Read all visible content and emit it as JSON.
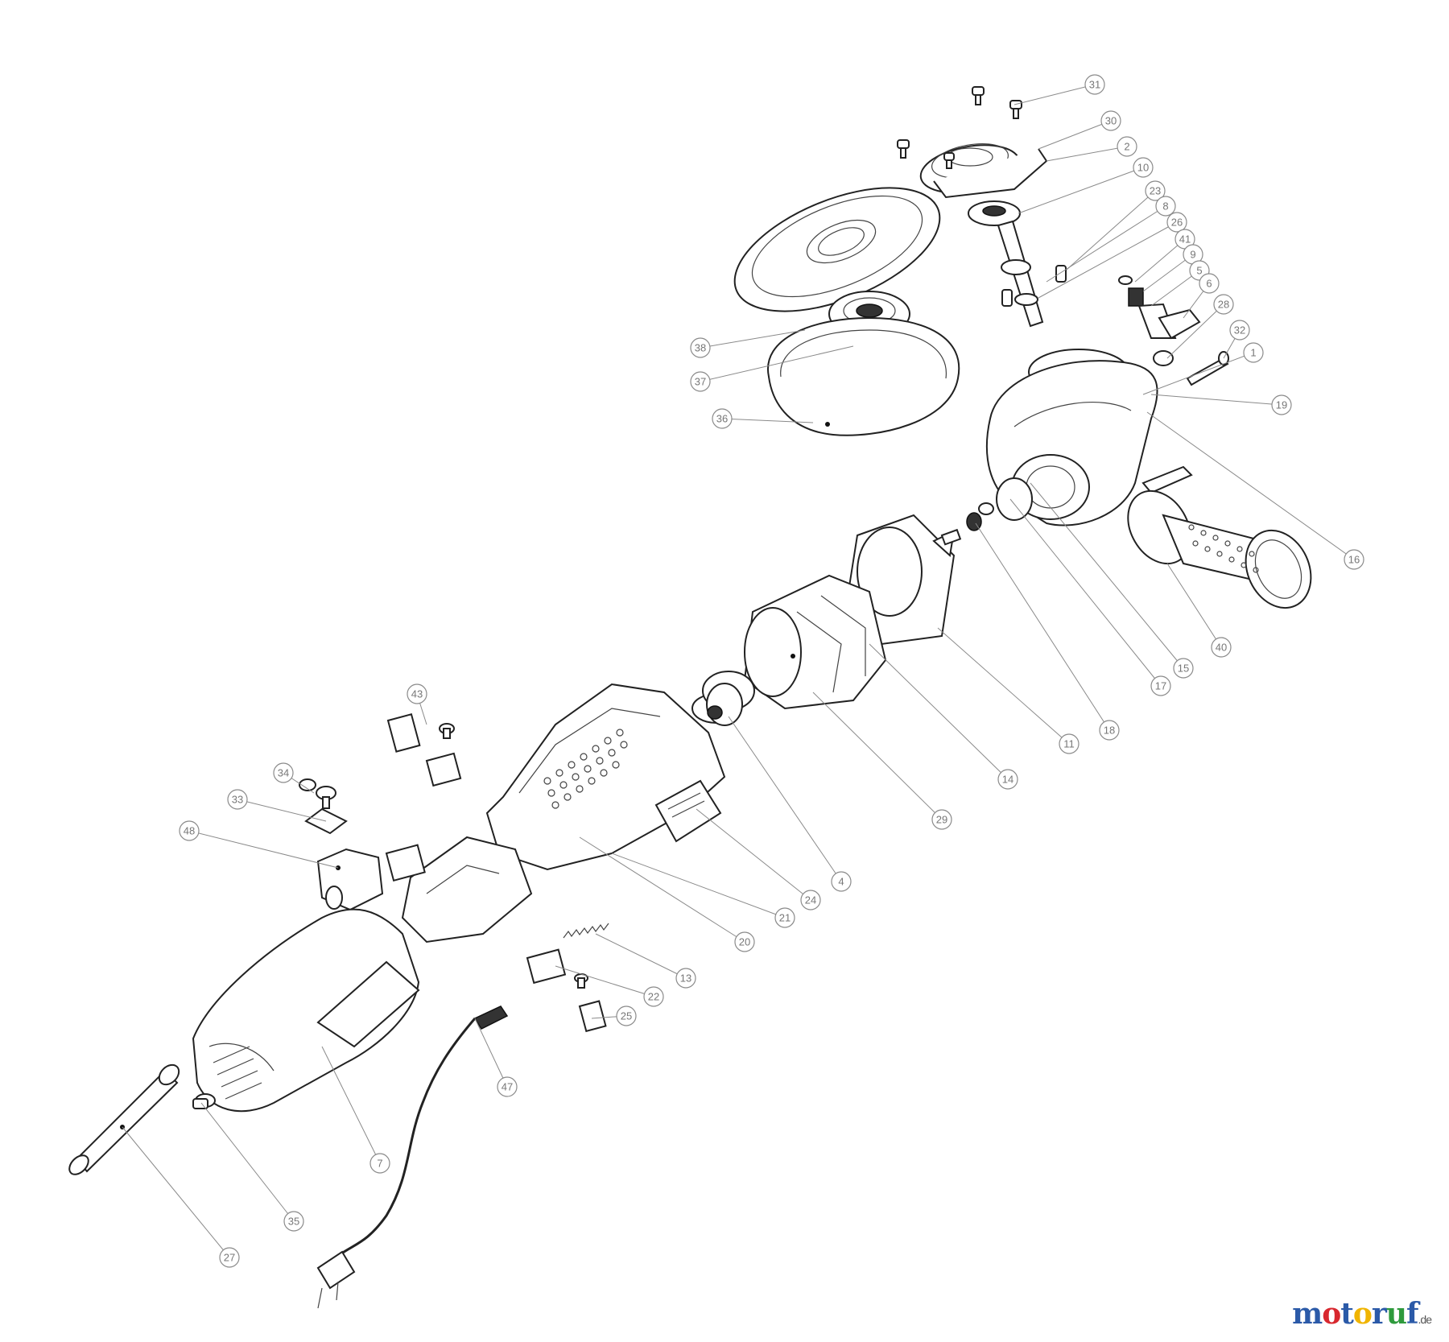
{
  "brand": {
    "name_parts": [
      {
        "text": "m",
        "color": "#2b5aa8"
      },
      {
        "text": "o",
        "color": "#d8282f"
      },
      {
        "text": "t",
        "color": "#2b5aa8"
      },
      {
        "text": "o",
        "color": "#f0b400"
      },
      {
        "text": "r",
        "color": "#2b5aa8"
      },
      {
        "text": "u",
        "color": "#2e9a3c"
      },
      {
        "text": "f",
        "color": "#2b5aa8"
      }
    ],
    "suffix": ".de"
  },
  "callouts": [
    {
      "label": "31"
    },
    {
      "label": "30"
    },
    {
      "label": "2"
    },
    {
      "label": "10"
    },
    {
      "label": "23"
    },
    {
      "label": "8"
    },
    {
      "label": "26"
    },
    {
      "label": "41"
    },
    {
      "label": "9"
    },
    {
      "label": "5"
    },
    {
      "label": "6"
    },
    {
      "label": "28"
    },
    {
      "label": "32"
    },
    {
      "label": "1"
    },
    {
      "label": "19"
    },
    {
      "label": "16"
    },
    {
      "label": "40"
    },
    {
      "label": "15"
    },
    {
      "label": "17"
    },
    {
      "label": "18"
    },
    {
      "label": "11"
    },
    {
      "label": "14"
    },
    {
      "label": "29"
    },
    {
      "label": "4"
    },
    {
      "label": "24"
    },
    {
      "label": "21"
    },
    {
      "label": "20"
    },
    {
      "label": "13"
    },
    {
      "label": "22"
    },
    {
      "label": "25"
    },
    {
      "label": "47"
    },
    {
      "label": "7"
    },
    {
      "label": "35"
    },
    {
      "label": "27"
    },
    {
      "label": "38"
    },
    {
      "label": "37"
    },
    {
      "label": "36"
    },
    {
      "label": "43"
    },
    {
      "label": "34"
    },
    {
      "label": "33"
    },
    {
      "label": "48"
    }
  ]
}
